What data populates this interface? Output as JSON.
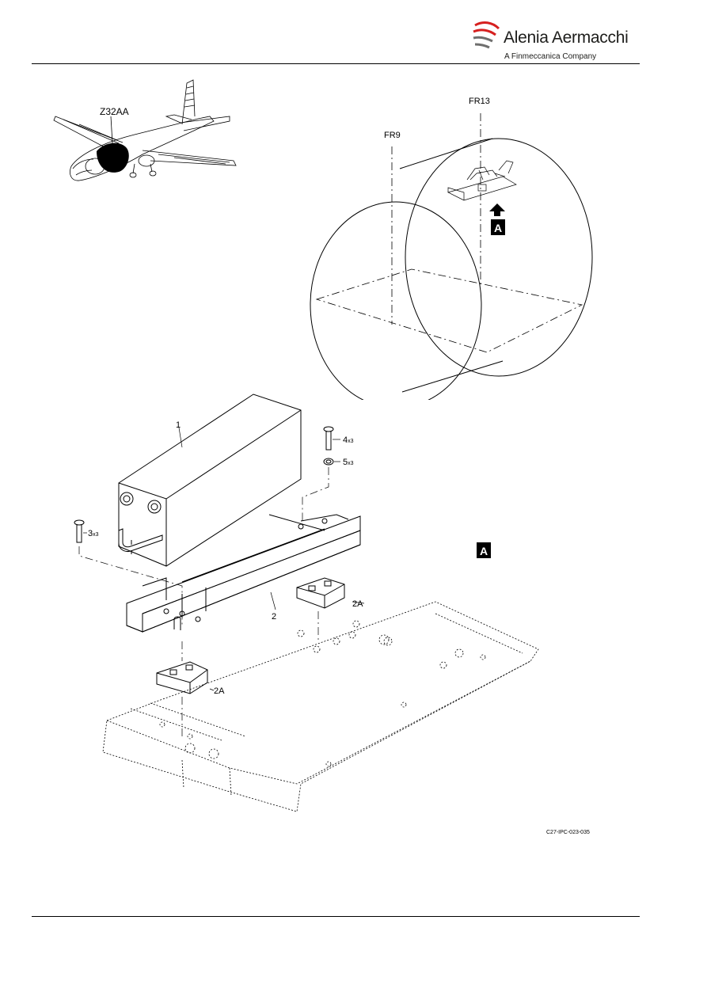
{
  "header": {
    "brand_name": "Alenia Aermacchi",
    "brand_tagline": "A Finmeccanica Company",
    "brand_colors": {
      "swoosh_red": "#d6201f",
      "swoosh_gray": "#6f6f6e",
      "text": "#1d1d1b"
    }
  },
  "locator": {
    "zone_label": "Z32AA"
  },
  "fuselage": {
    "frame_left": "FR9",
    "frame_right": "FR13",
    "view_marker": "A"
  },
  "detail": {
    "view_marker": "A",
    "callouts": {
      "item1": "1",
      "item2": "2",
      "item2a_upper": "2A",
      "item2a_lower": "2A",
      "item3": "3",
      "item3_qty": "x3",
      "item4": "4",
      "item4_qty": "x3",
      "item5": "5",
      "item5_qty": "x3"
    }
  },
  "footer": {
    "drawing_id": "C27-IPC-023-035"
  }
}
